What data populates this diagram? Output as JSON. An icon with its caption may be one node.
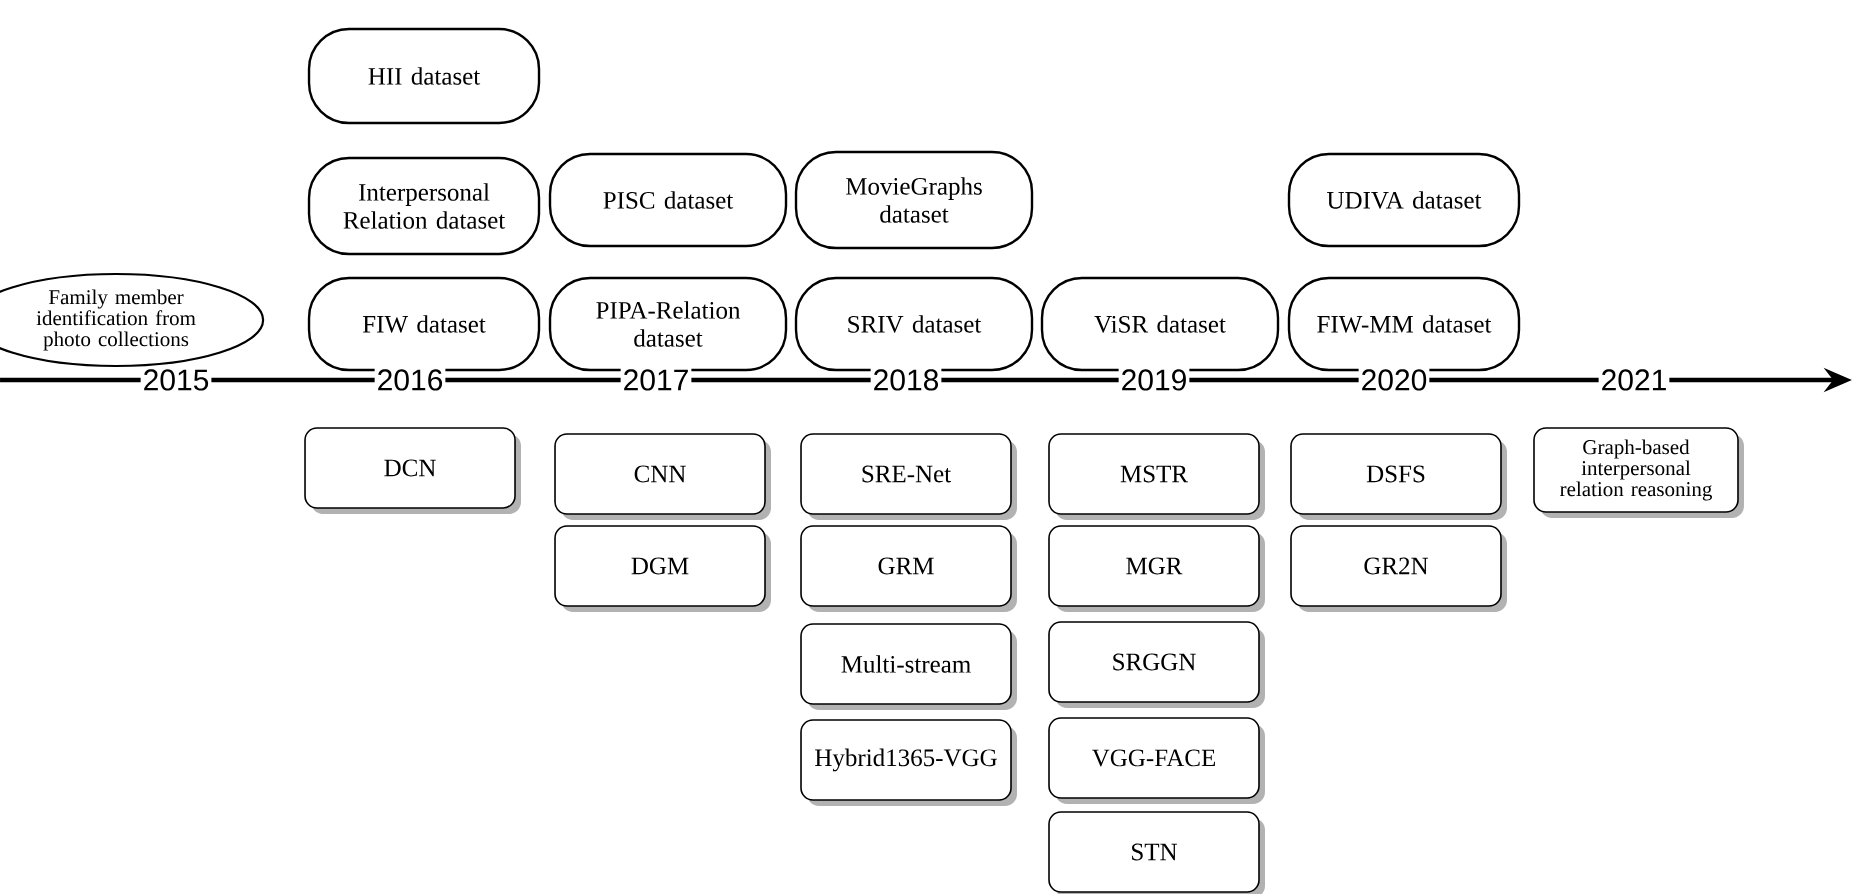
{
  "diagram": {
    "nodes": [
      {
        "text": [
          "Family member identification from photo collections"
        ]
      },
      {
        "text": [
          "HII dataset"
        ]
      },
      {
        "text": [
          "Interpersonal Relation dataset"
        ]
      },
      {
        "text": [
          "FIW dataset"
        ]
      },
      {
        "text": [
          "PISC dataset"
        ]
      },
      {
        "text": [
          "PIPA-Relation dataset"
        ]
      },
      {
        "text": [
          "MovieGraphs dataset"
        ]
      },
      {
        "text": [
          "SRIV dataset"
        ]
      },
      {
        "text": [
          "ViSR dataset"
        ]
      },
      {
        "text": [
          "UDIVA dataset"
        ]
      },
      {
        "text": [
          "FIW-MM dataset"
        ]
      },
      {
        "text": [
          "DCN"
        ]
      },
      {
        "text": [
          "CNN"
        ]
      },
      {
        "text": [
          "DGM"
        ]
      },
      {
        "text": [
          "SRE-Net"
        ]
      },
      {
        "text": [
          "GRM"
        ]
      },
      {
        "text": [
          "Multi-stream"
        ]
      },
      {
        "text": [
          "Hybrid1365-VGG"
        ]
      },
      {
        "text": [
          "MSTR"
        ]
      },
      {
        "text": [
          "MGR"
        ]
      },
      {
        "text": [
          "SRGGN"
        ]
      },
      {
        "text": [
          "VGG-FACE"
        ]
      },
      {
        "text": [
          "STN"
        ]
      },
      {
        "text": [
          "DSFS"
        ]
      },
      {
        "text": [
          "GR2N"
        ]
      },
      {
        "text": [
          "Graph-based interpersonal relation reasoning"
        ]
      }
    ],
    "labels": [
      "2015",
      "2016",
      "2017",
      "2018",
      "2019",
      "2020",
      "2021"
    ]
  }
}
